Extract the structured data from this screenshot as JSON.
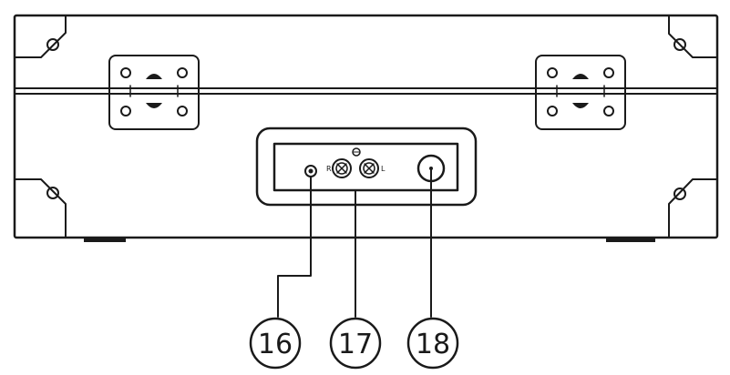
{
  "callouts": [
    {
      "id": "callout-16",
      "label": "16"
    },
    {
      "id": "callout-17",
      "label": "17"
    },
    {
      "id": "callout-18",
      "label": "18"
    }
  ],
  "panel": {
    "left_marking": "R",
    "right_marking": "L"
  }
}
